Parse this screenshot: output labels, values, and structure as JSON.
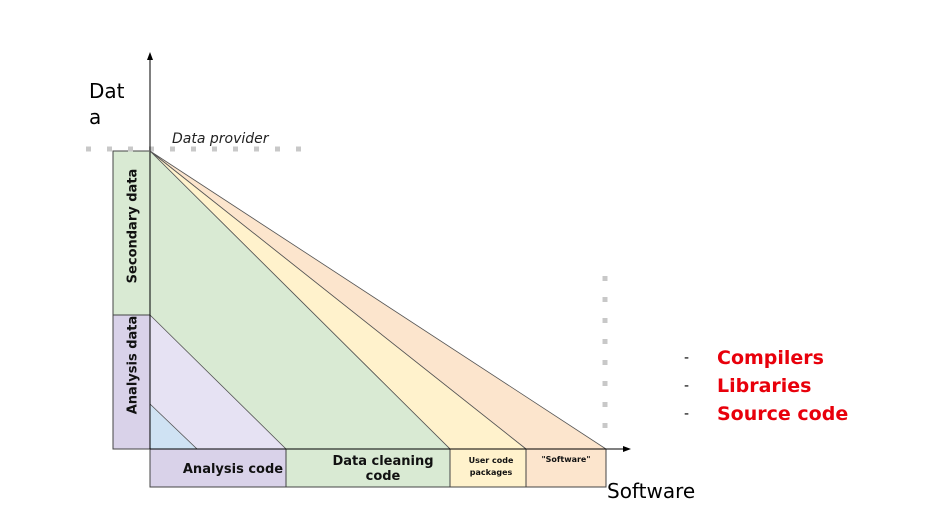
{
  "axes": {
    "y_label": "Data",
    "x_label": "Software"
  },
  "annotations": {
    "data_provider": "Data provider"
  },
  "vertical_segments": {
    "secondary_data": "Secondary data",
    "analysis_data": "Analysis data"
  },
  "horizontal_segments": {
    "analysis_code": "Analysis code",
    "data_cleaning_code": "Data cleaning code",
    "user_code_packages": "User code packages",
    "software": "\"Software\""
  },
  "side_list": [
    {
      "bullet": "-",
      "label": "Compilers"
    },
    {
      "bullet": "-",
      "label": "Libraries"
    },
    {
      "bullet": "-",
      "label": "Source code"
    }
  ],
  "colors": {
    "secondary": "#d9ead3",
    "analysis_data": "#d9d2e9",
    "analysis_code_region": "#e6e2f3",
    "small_triangle": "#cfe2f3",
    "cleaning_region": "#d9ead3",
    "user_code_region": "#fff2cc",
    "software_region": "#fce5cd",
    "list_text": "#e8000b",
    "dotted_guides": "#c8c8c8"
  }
}
